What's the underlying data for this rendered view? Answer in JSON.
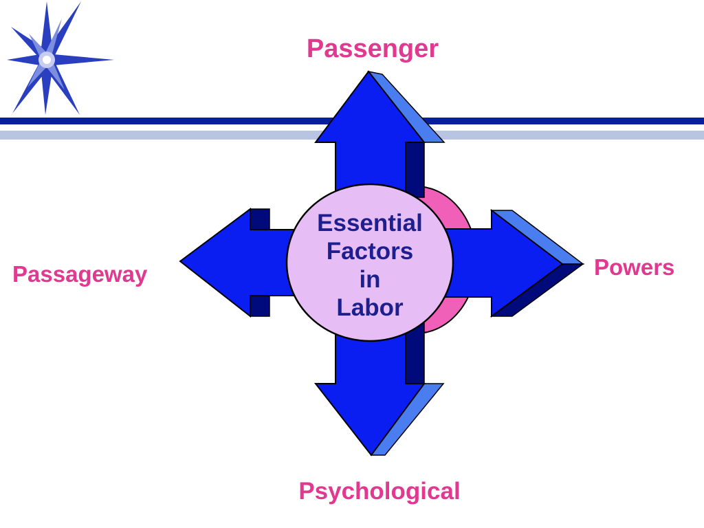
{
  "diagram": {
    "center": {
      "lines": [
        "Essential",
        "Factors",
        "in",
        "Labor"
      ]
    },
    "factors": {
      "top": "Passenger",
      "left": "Passageway",
      "right": "Powers",
      "bottom": "Psychological"
    }
  },
  "colors": {
    "arrow_fill": "#0a1ef2",
    "arrow_shadow": "#000a7a",
    "arrow_highlight": "#4a7ef0",
    "arrow_outline": "#000000",
    "label_text": "#e0398f",
    "center_fill": "#e7bdf6",
    "center_back_fill": "#f060b8",
    "center_text": "#1d1f8f",
    "rule_dark": "#0a1f9c",
    "rule_light": "#b9c4e2",
    "star": "#2a3fc0"
  },
  "icons": {
    "decoration": "starburst-icon"
  }
}
